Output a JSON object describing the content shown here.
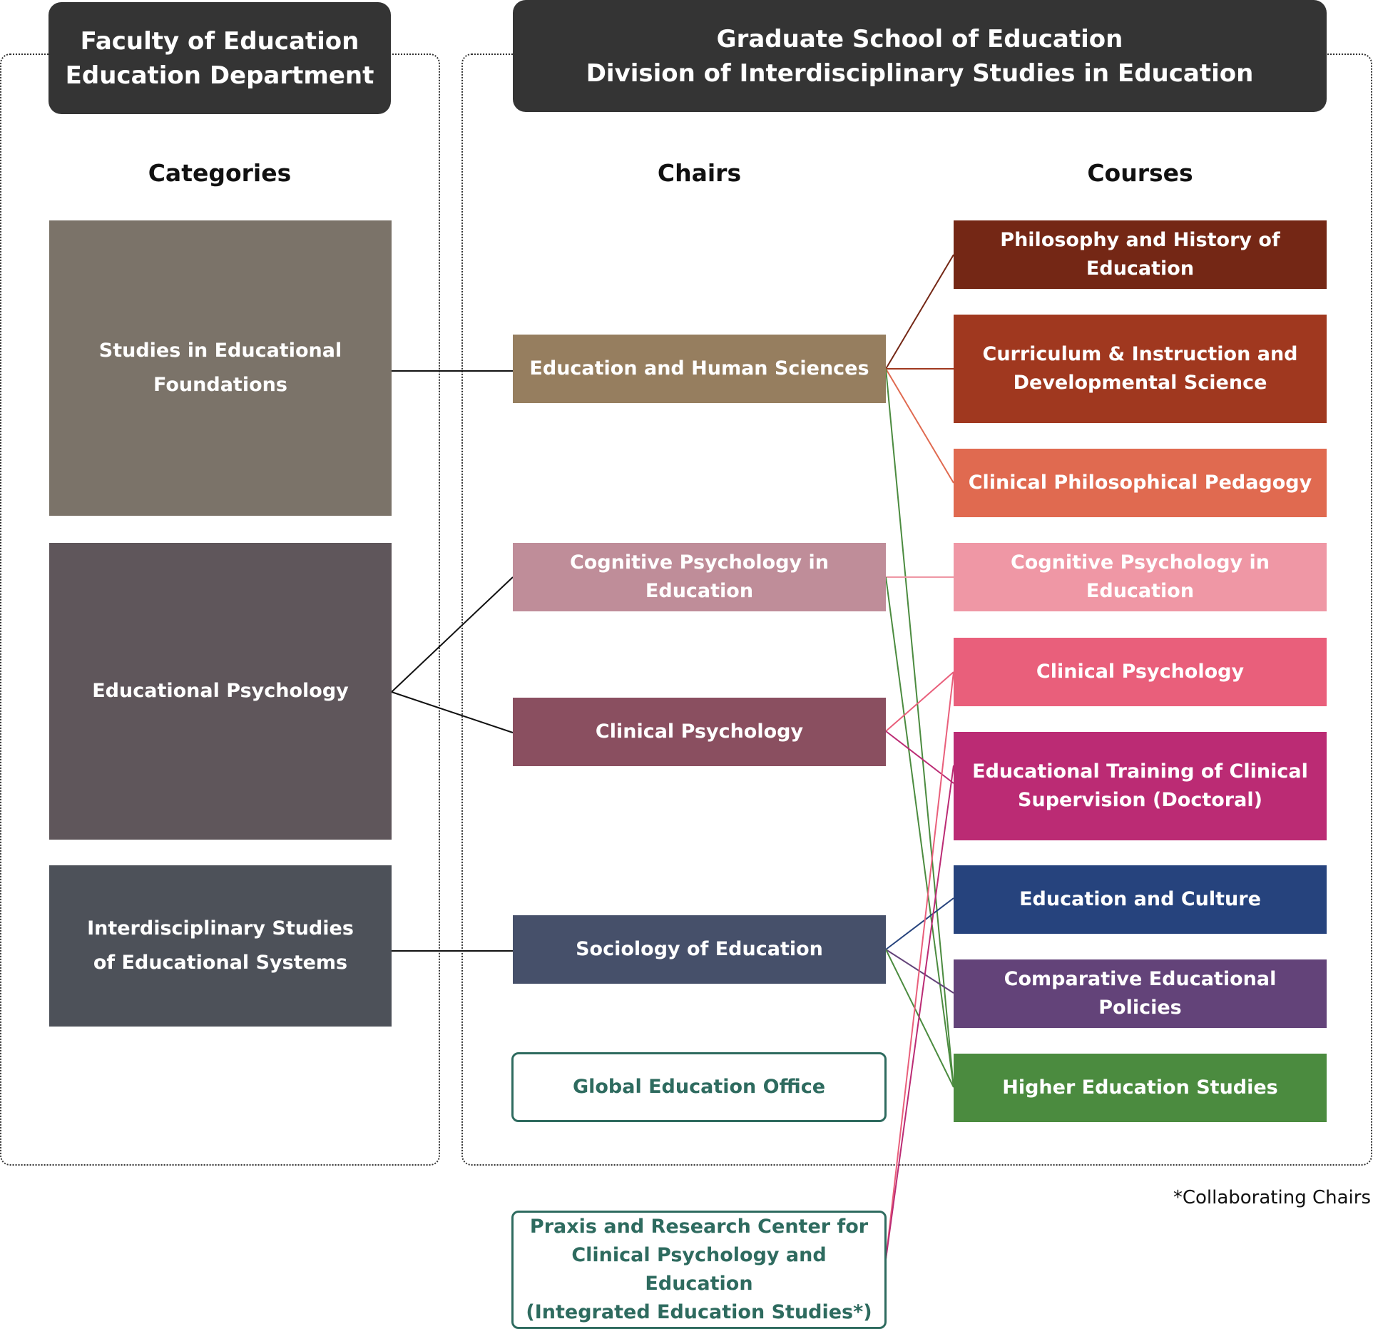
{
  "left_header": {
    "line1": "Faculty of Education",
    "line2": "Education Department"
  },
  "right_header": {
    "line1": "Graduate School of Education",
    "line2": "Division of Interdisciplinary Studies in Education"
  },
  "column_titles": {
    "categories": "Categories",
    "chairs": "Chairs",
    "courses": "Courses"
  },
  "categories": [
    {
      "line1": "Studies in Educational",
      "line2": "Foundations",
      "color": "#7b7369"
    },
    {
      "line1": "Educational Psychology",
      "line2": "",
      "color": "#5f565b"
    },
    {
      "line1": "Interdisciplinary Studies",
      "line2": "of Educational Systems",
      "color": "#4d5159"
    }
  ],
  "chairs": [
    {
      "label": "Education and Human Sciences",
      "color": "#967e5f"
    },
    {
      "label": "Cognitive Psychology in Education",
      "color": "#bf8d99"
    },
    {
      "label": "Clinical Psychology",
      "color": "#8a4f60"
    },
    {
      "label": "Sociology of Education",
      "color": "#46506a"
    }
  ],
  "offices": {
    "global": "Global Education Office",
    "praxis_line1": "Praxis and Research Center for",
    "praxis_line2": "Clinical Psychology and Education",
    "praxis_line3": "(Integrated Education Studies*)",
    "border_color": "#2e6b5f"
  },
  "courses": [
    {
      "line1": "Philosophy and History of Education",
      "line2": "",
      "color": "#742715"
    },
    {
      "line1": "Curriculum & Instruction and",
      "line2": "Developmental Science",
      "color": "#a0381f"
    },
    {
      "line1": "Clinical Philosophical Pedagogy",
      "line2": "",
      "color": "#e06a50"
    },
    {
      "line1": "Cognitive Psychology in Education",
      "line2": "",
      "color": "#ef97a5"
    },
    {
      "line1": "Clinical Psychology",
      "line2": "",
      "color": "#e95f7b"
    },
    {
      "line1": "Educational Training of Clinical",
      "line2": "Supervision (Doctoral)",
      "color": "#bb2b74"
    },
    {
      "line1": "Education and Culture",
      "line2": "",
      "color": "#26437d"
    },
    {
      "line1": "Comparative Educational Policies",
      "line2": "",
      "color": "#634379"
    },
    {
      "line1": "Higher Education Studies",
      "line2": "",
      "color": "#4b8b3f"
    }
  ],
  "note": "*Collaborating Chairs"
}
